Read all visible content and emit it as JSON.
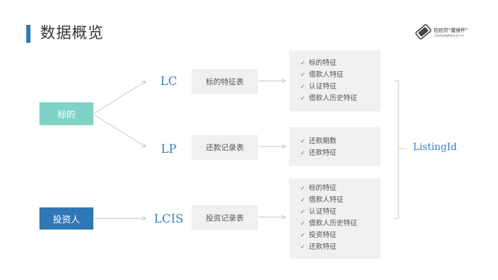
{
  "header": {
    "title": "数据概览",
    "logo_text_main": "拍拍贷“魔镜杯”",
    "logo_text_sub": "互联网金融数据社区平台"
  },
  "sources": {
    "biaode": "标的",
    "investor": "投资人"
  },
  "codes": {
    "lc": "LC",
    "lp": "LP",
    "lcis": "LCIS"
  },
  "tables": {
    "lc_table": "标的特征表",
    "lp_table": "还款记录表",
    "lcis_table": "投资记录表"
  },
  "features": {
    "lc": [
      "标的特征",
      "借款人特征",
      "认证特征",
      "借款人历史特征"
    ],
    "lp": [
      "还款期数",
      "还款特征"
    ],
    "lcis": [
      "标的特征",
      "借款人特征",
      "认证特征",
      "借款人历史特征",
      "投资特征",
      "还款特征"
    ]
  },
  "key": "ListingId",
  "colors": {
    "accent": "#2e78b5",
    "teal": "#7fd3c8",
    "code_blue": "#3a7fbf",
    "box_gray": "#f0f0f0"
  },
  "icons": {
    "check": "✓"
  }
}
